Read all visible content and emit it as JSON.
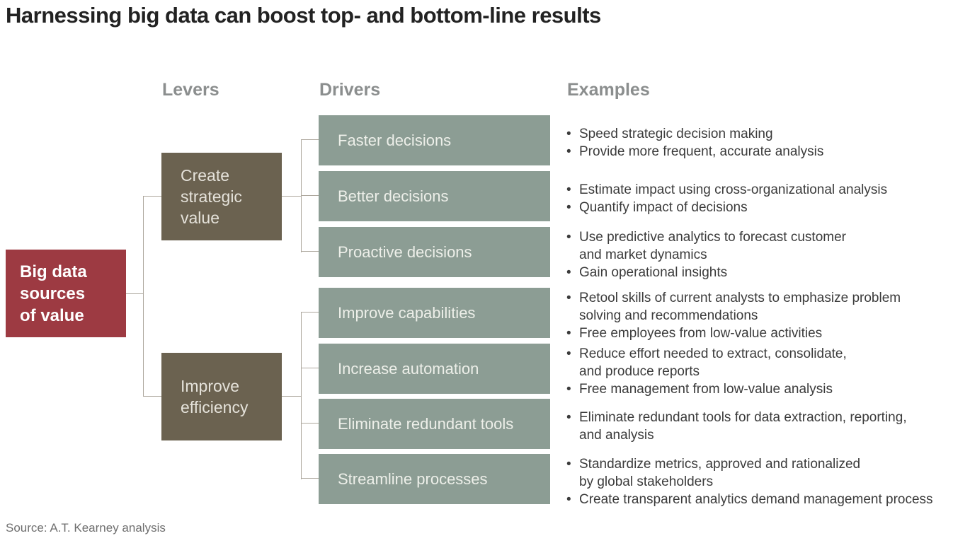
{
  "title": "Harnessing big data can boost top- and bottom-line results",
  "source": "Source: A.T. Kearney analysis",
  "columns": {
    "levers_label": "Levers",
    "drivers_label": "Drivers",
    "examples_label": "Examples"
  },
  "root": {
    "label": "Big data sources of value",
    "lines": [
      "Big data",
      "sources",
      "of value"
    ]
  },
  "levers": [
    {
      "label": "Create strategic value",
      "driver_indices": [
        0,
        1,
        2
      ]
    },
    {
      "label": "Improve efficiency",
      "driver_indices": [
        3,
        4,
        5,
        6
      ]
    }
  ],
  "drivers": [
    {
      "label": "Faster decisions",
      "examples": [
        {
          "lines": [
            "Speed strategic decision making"
          ]
        },
        {
          "lines": [
            "Provide more frequent, accurate analysis"
          ]
        }
      ]
    },
    {
      "label": "Better decisions",
      "examples": [
        {
          "lines": [
            "Estimate impact using cross-organizational analysis"
          ]
        },
        {
          "lines": [
            "Quantify impact of decisions"
          ]
        }
      ]
    },
    {
      "label": "Proactive decisions",
      "examples": [
        {
          "lines": [
            "Use predictive analytics to forecast customer",
            "and market dynamics"
          ]
        },
        {
          "lines": [
            "Gain operational insights"
          ]
        }
      ]
    },
    {
      "label": "Improve capabilities",
      "examples": [
        {
          "lines": [
            "Retool skills of current analysts to emphasize problem",
            "solving and recommendations"
          ]
        },
        {
          "lines": [
            "Free employees from low-value activities"
          ]
        }
      ]
    },
    {
      "label": "Increase automation",
      "examples": [
        {
          "lines": [
            "Reduce effort needed to extract, consolidate,",
            "and produce reports"
          ]
        },
        {
          "lines": [
            "Free management from low-value analysis"
          ]
        }
      ]
    },
    {
      "label": "Eliminate redundant tools",
      "examples": [
        {
          "lines": [
            "Eliminate redundant tools for data extraction, reporting,",
            "and analysis"
          ]
        }
      ]
    },
    {
      "label": "Streamline processes",
      "examples": [
        {
          "lines": [
            "Standardize metrics, approved and rationalized",
            "by global stakeholders"
          ]
        },
        {
          "lines": [
            "Create transparent analytics demand management process"
          ]
        }
      ]
    }
  ],
  "colors": {
    "root_box": "#9d3a42",
    "lever_box": "#6b6250",
    "driver_box": "#8c9d94",
    "connector": "#ada79d",
    "header_text": "#8b8e8e",
    "title_text": "#222222",
    "body_text": "#3b3b3b"
  },
  "icons": {
    "bullet": "•"
  }
}
